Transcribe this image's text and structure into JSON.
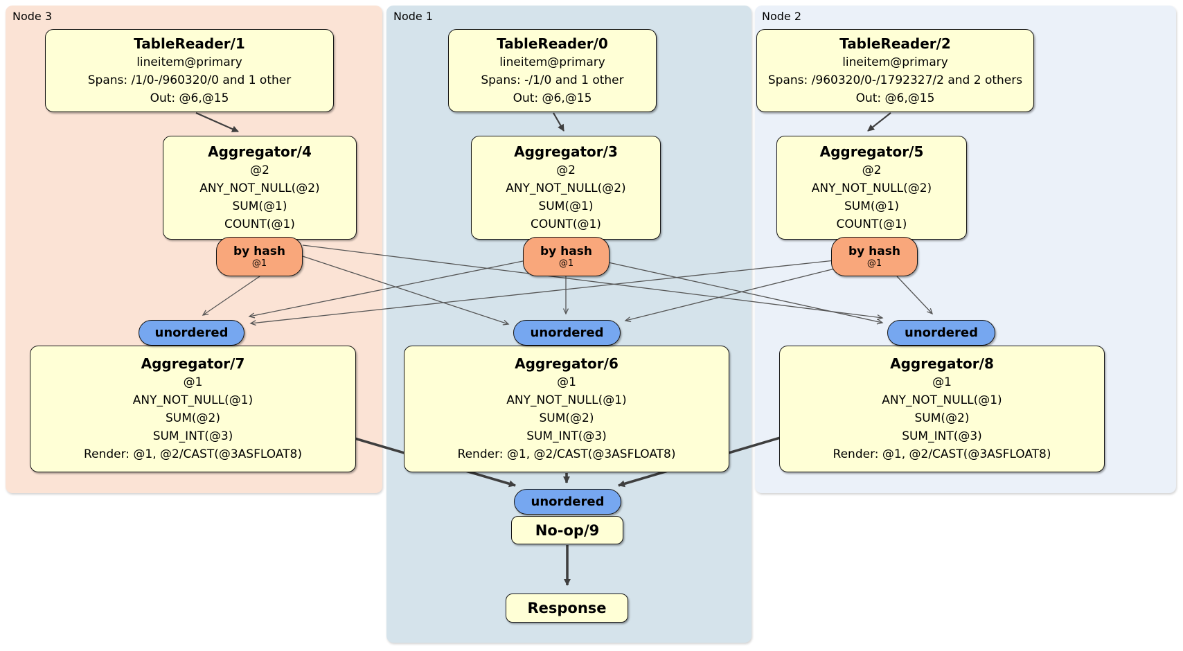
{
  "clusters": [
    {
      "label": "Node 3"
    },
    {
      "label": "Node 1"
    },
    {
      "label": "Node 2"
    }
  ],
  "nodes": {
    "tr1": {
      "title": "TableReader/1",
      "lines": [
        "lineitem@primary",
        "Spans: /1/0-/960320/0 and 1 other",
        "Out: @6,@15"
      ]
    },
    "tr0": {
      "title": "TableReader/0",
      "lines": [
        "lineitem@primary",
        "Spans: -/1/0 and 1 other",
        "Out: @6,@15"
      ]
    },
    "tr2": {
      "title": "TableReader/2",
      "lines": [
        "lineitem@primary",
        "Spans: /960320/0-/1792327/2 and 2 others",
        "Out: @6,@15"
      ]
    },
    "agg4": {
      "title": "Aggregator/4",
      "lines": [
        "@2",
        "ANY_NOT_NULL(@2)",
        "SUM(@1)",
        "COUNT(@1)"
      ]
    },
    "agg3": {
      "title": "Aggregator/3",
      "lines": [
        "@2",
        "ANY_NOT_NULL(@2)",
        "SUM(@1)",
        "COUNT(@1)"
      ]
    },
    "agg5": {
      "title": "Aggregator/5",
      "lines": [
        "@2",
        "ANY_NOT_NULL(@2)",
        "SUM(@1)",
        "COUNT(@1)"
      ]
    },
    "agg7": {
      "title": "Aggregator/7",
      "lines": [
        "@1",
        "ANY_NOT_NULL(@1)",
        "SUM(@2)",
        "SUM_INT(@3)",
        "Render: @1, @2/CAST(@3ASFLOAT8)"
      ]
    },
    "agg6": {
      "title": "Aggregator/6",
      "lines": [
        "@1",
        "ANY_NOT_NULL(@1)",
        "SUM(@2)",
        "SUM_INT(@3)",
        "Render: @1, @2/CAST(@3ASFLOAT8)"
      ]
    },
    "agg8": {
      "title": "Aggregator/8",
      "lines": [
        "@1",
        "ANY_NOT_NULL(@1)",
        "SUM(@2)",
        "SUM_INT(@3)",
        "Render: @1, @2/CAST(@3ASFLOAT8)"
      ]
    },
    "noop": {
      "title": "No-op/9"
    },
    "response": {
      "title": "Response"
    }
  },
  "routers": {
    "label": "by hash",
    "detail": "@1"
  },
  "streams": {
    "label": "unordered"
  },
  "colors": {
    "node-fill": "#FFFFD6",
    "node-border": "#161616",
    "hash-fill": "#F9A77B",
    "stream-fill": "#76A7F0",
    "cluster-node3-bg": "#FBE3D5",
    "cluster-node1-bg": "#D5E3EB",
    "cluster-node2-bg": "#EBF1F9",
    "edge-thin": "#555555",
    "edge-thick": "#3F3F3F"
  }
}
